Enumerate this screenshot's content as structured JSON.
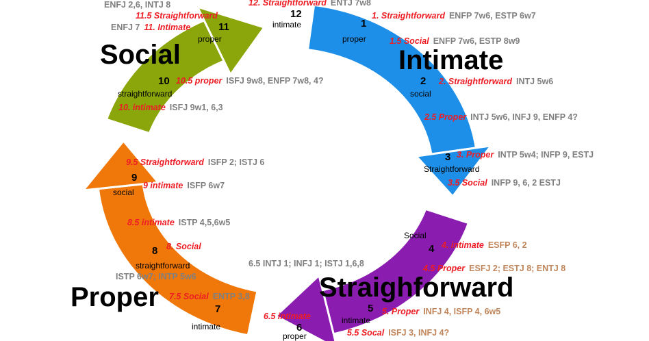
{
  "colors": {
    "green": "#8aa60a",
    "blue": "#1e8fe8",
    "purple": "#8a1cb0",
    "orange": "#f0780a",
    "red_label": "#ee1c24",
    "gray_label": "#7f7f7f",
    "brown_label": "#c0855a"
  },
  "categories": {
    "social": "Social",
    "intimate": "Intimate",
    "straightforward": "Straighforward",
    "proper": "Proper"
  },
  "nodes": [
    {
      "num": "1",
      "label": "proper"
    },
    {
      "num": "2",
      "label": "social"
    },
    {
      "num": "3",
      "label": "Straightforward"
    },
    {
      "num": "4",
      "label": "Social"
    },
    {
      "num": "5",
      "label": "intimate"
    },
    {
      "num": "6",
      "label": "proper"
    },
    {
      "num": "7",
      "label": "intimate"
    },
    {
      "num": "8",
      "label": "straightforward"
    },
    {
      "num": "9",
      "label": "social"
    },
    {
      "num": "10",
      "label": "straightforward"
    },
    {
      "num": "11",
      "label": "proper"
    },
    {
      "num": "12",
      "label": "intimate"
    }
  ],
  "subs": [
    {
      "tag": "1. Straightforward",
      "types": "ENFP 7w6, ESTP 6w7"
    },
    {
      "tag": "1.5 Social",
      "types": "ENFP 7w6, ESTP 8w9"
    },
    {
      "tag": "2. Straightforward",
      "types": "INTJ 5w6"
    },
    {
      "tag": "2.5 Proper",
      "types": "INTJ 5w6, INFJ 9, ENFP 4?"
    },
    {
      "tag": "3. Proper",
      "types": "INTP 5w4;  INFP 9, ESTJ"
    },
    {
      "tag": "3.5 Social",
      "types": "INFP 9, 6, 2 ESTJ"
    },
    {
      "tag": "4. intimate",
      "types": "ESFP  6, 2"
    },
    {
      "tag": "4.5 Proper",
      "types": "ESFJ 2; ESTJ 8; ENTJ 8"
    },
    {
      "tag": "5. Proper",
      "types": "INFJ 4, ISFP 4, 6w5"
    },
    {
      "tag": "5.5 Socal",
      "types": "ISFJ 3, INFJ 4?"
    },
    {
      "tag": "6.5 intimate",
      "types": "6.5 INTJ 1; INFJ 1; ISTJ 1,6,8"
    },
    {
      "tag": "7.5 Social",
      "types": "ENTP 3,8"
    },
    {
      "tag": "8. Social",
      "types": "ISTP 6w7; INTP 5w6"
    },
    {
      "tag": "8.5 intimate",
      "types": "ISTP 4,5,6w5"
    },
    {
      "tag": "9 intimate",
      "types": "ISFP 6w7"
    },
    {
      "tag": "9.5 Straightforward",
      "types": "ISFP 2; ISTJ 6"
    },
    {
      "tag": "10. intimate",
      "types": "ISFJ 9w1, 6,3"
    },
    {
      "tag": "10.5 proper",
      "types": "ISFJ 9w8, ENFP 7w8, 4?"
    },
    {
      "tag": "11. Intimate",
      "types": "ENFJ 7"
    },
    {
      "tag": "11.5 Straightforward",
      "types": "ENFJ 2,6, INTJ 8"
    },
    {
      "tag": "12. Straightforward",
      "types": "ENTJ 7w8"
    }
  ]
}
